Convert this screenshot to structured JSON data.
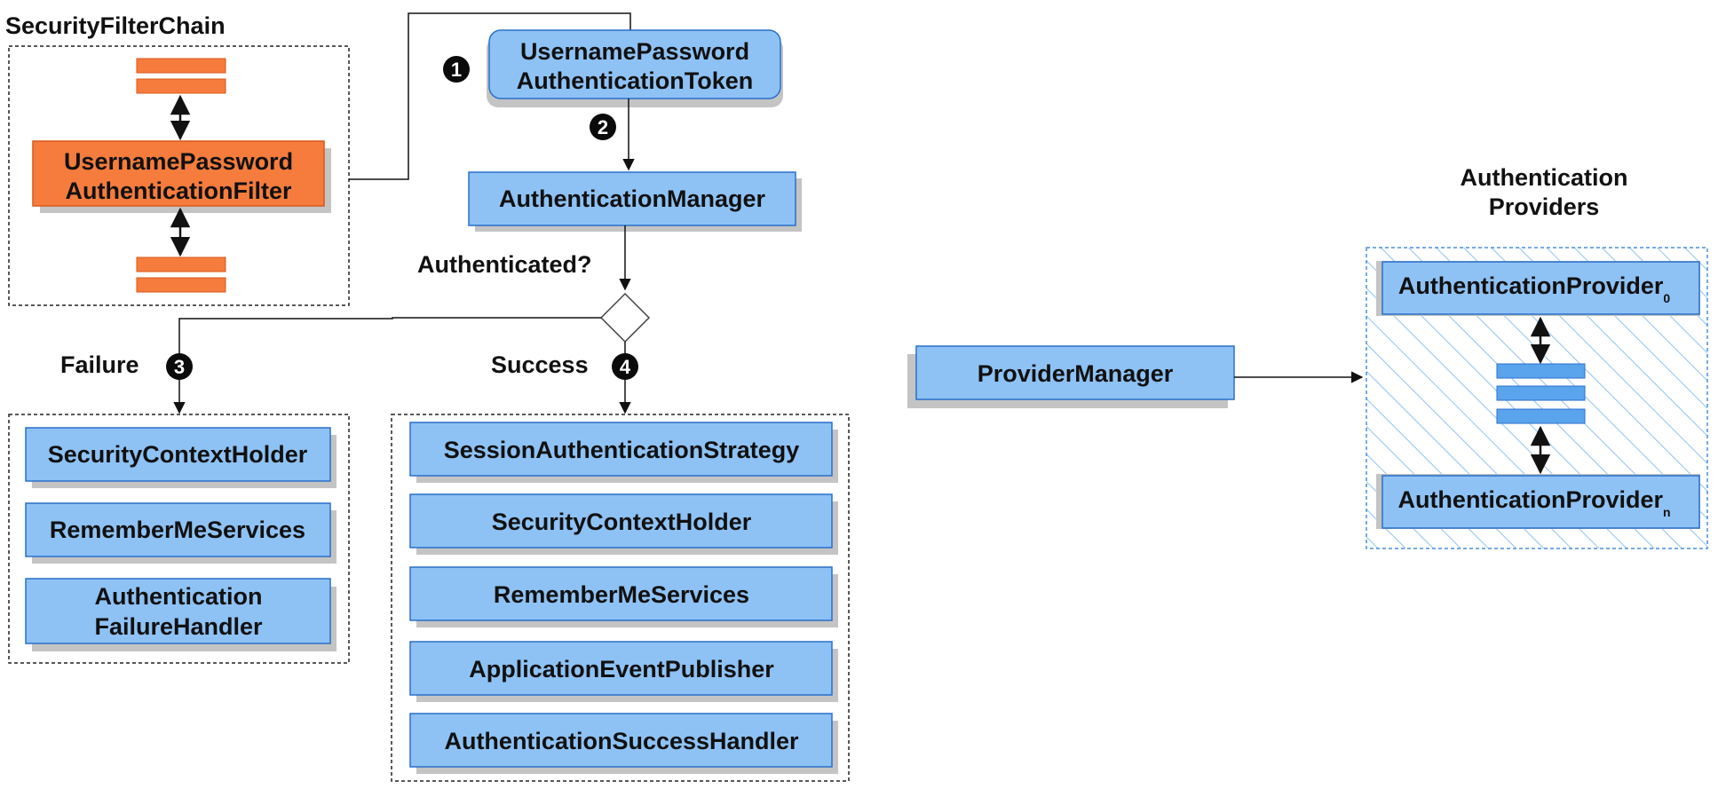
{
  "colors": {
    "box_fill": "#8ec2f5",
    "box_stroke": "#2a6fc9",
    "filter_fill": "#f57c3d",
    "filter_stroke": "#d9581a",
    "shadow": "#c4c4c4",
    "bullet": "#0b0b0b",
    "hatch": "#8fc3f0"
  },
  "filter_chain": {
    "title": "SecurityFilterChain",
    "filter_line1": "UsernamePassword",
    "filter_line2": "AuthenticationFilter"
  },
  "token": {
    "line1": "UsernamePassword",
    "line2": "AuthenticationToken"
  },
  "manager": {
    "label": "AuthenticationManager"
  },
  "decision": {
    "label": "Authenticated?"
  },
  "steps": {
    "one": "1",
    "two": "2",
    "three": "3",
    "four": "4",
    "failure": "Failure",
    "success": "Success"
  },
  "failure_items": [
    "SecurityContextHolder",
    "RememberMeServices",
    "Authentication",
    "FailureHandler"
  ],
  "success_items": [
    "SessionAuthenticationStrategy",
    "SecurityContextHolder",
    "RememberMeServices",
    "ApplicationEventPublisher",
    "AuthenticationSuccessHandler"
  ],
  "provider_manager": {
    "label": "ProviderManager"
  },
  "providers": {
    "title_line1": "Authentication",
    "title_line2": "Providers",
    "provider_label": "AuthenticationProvider",
    "sub_first": "0",
    "sub_last": "n"
  }
}
